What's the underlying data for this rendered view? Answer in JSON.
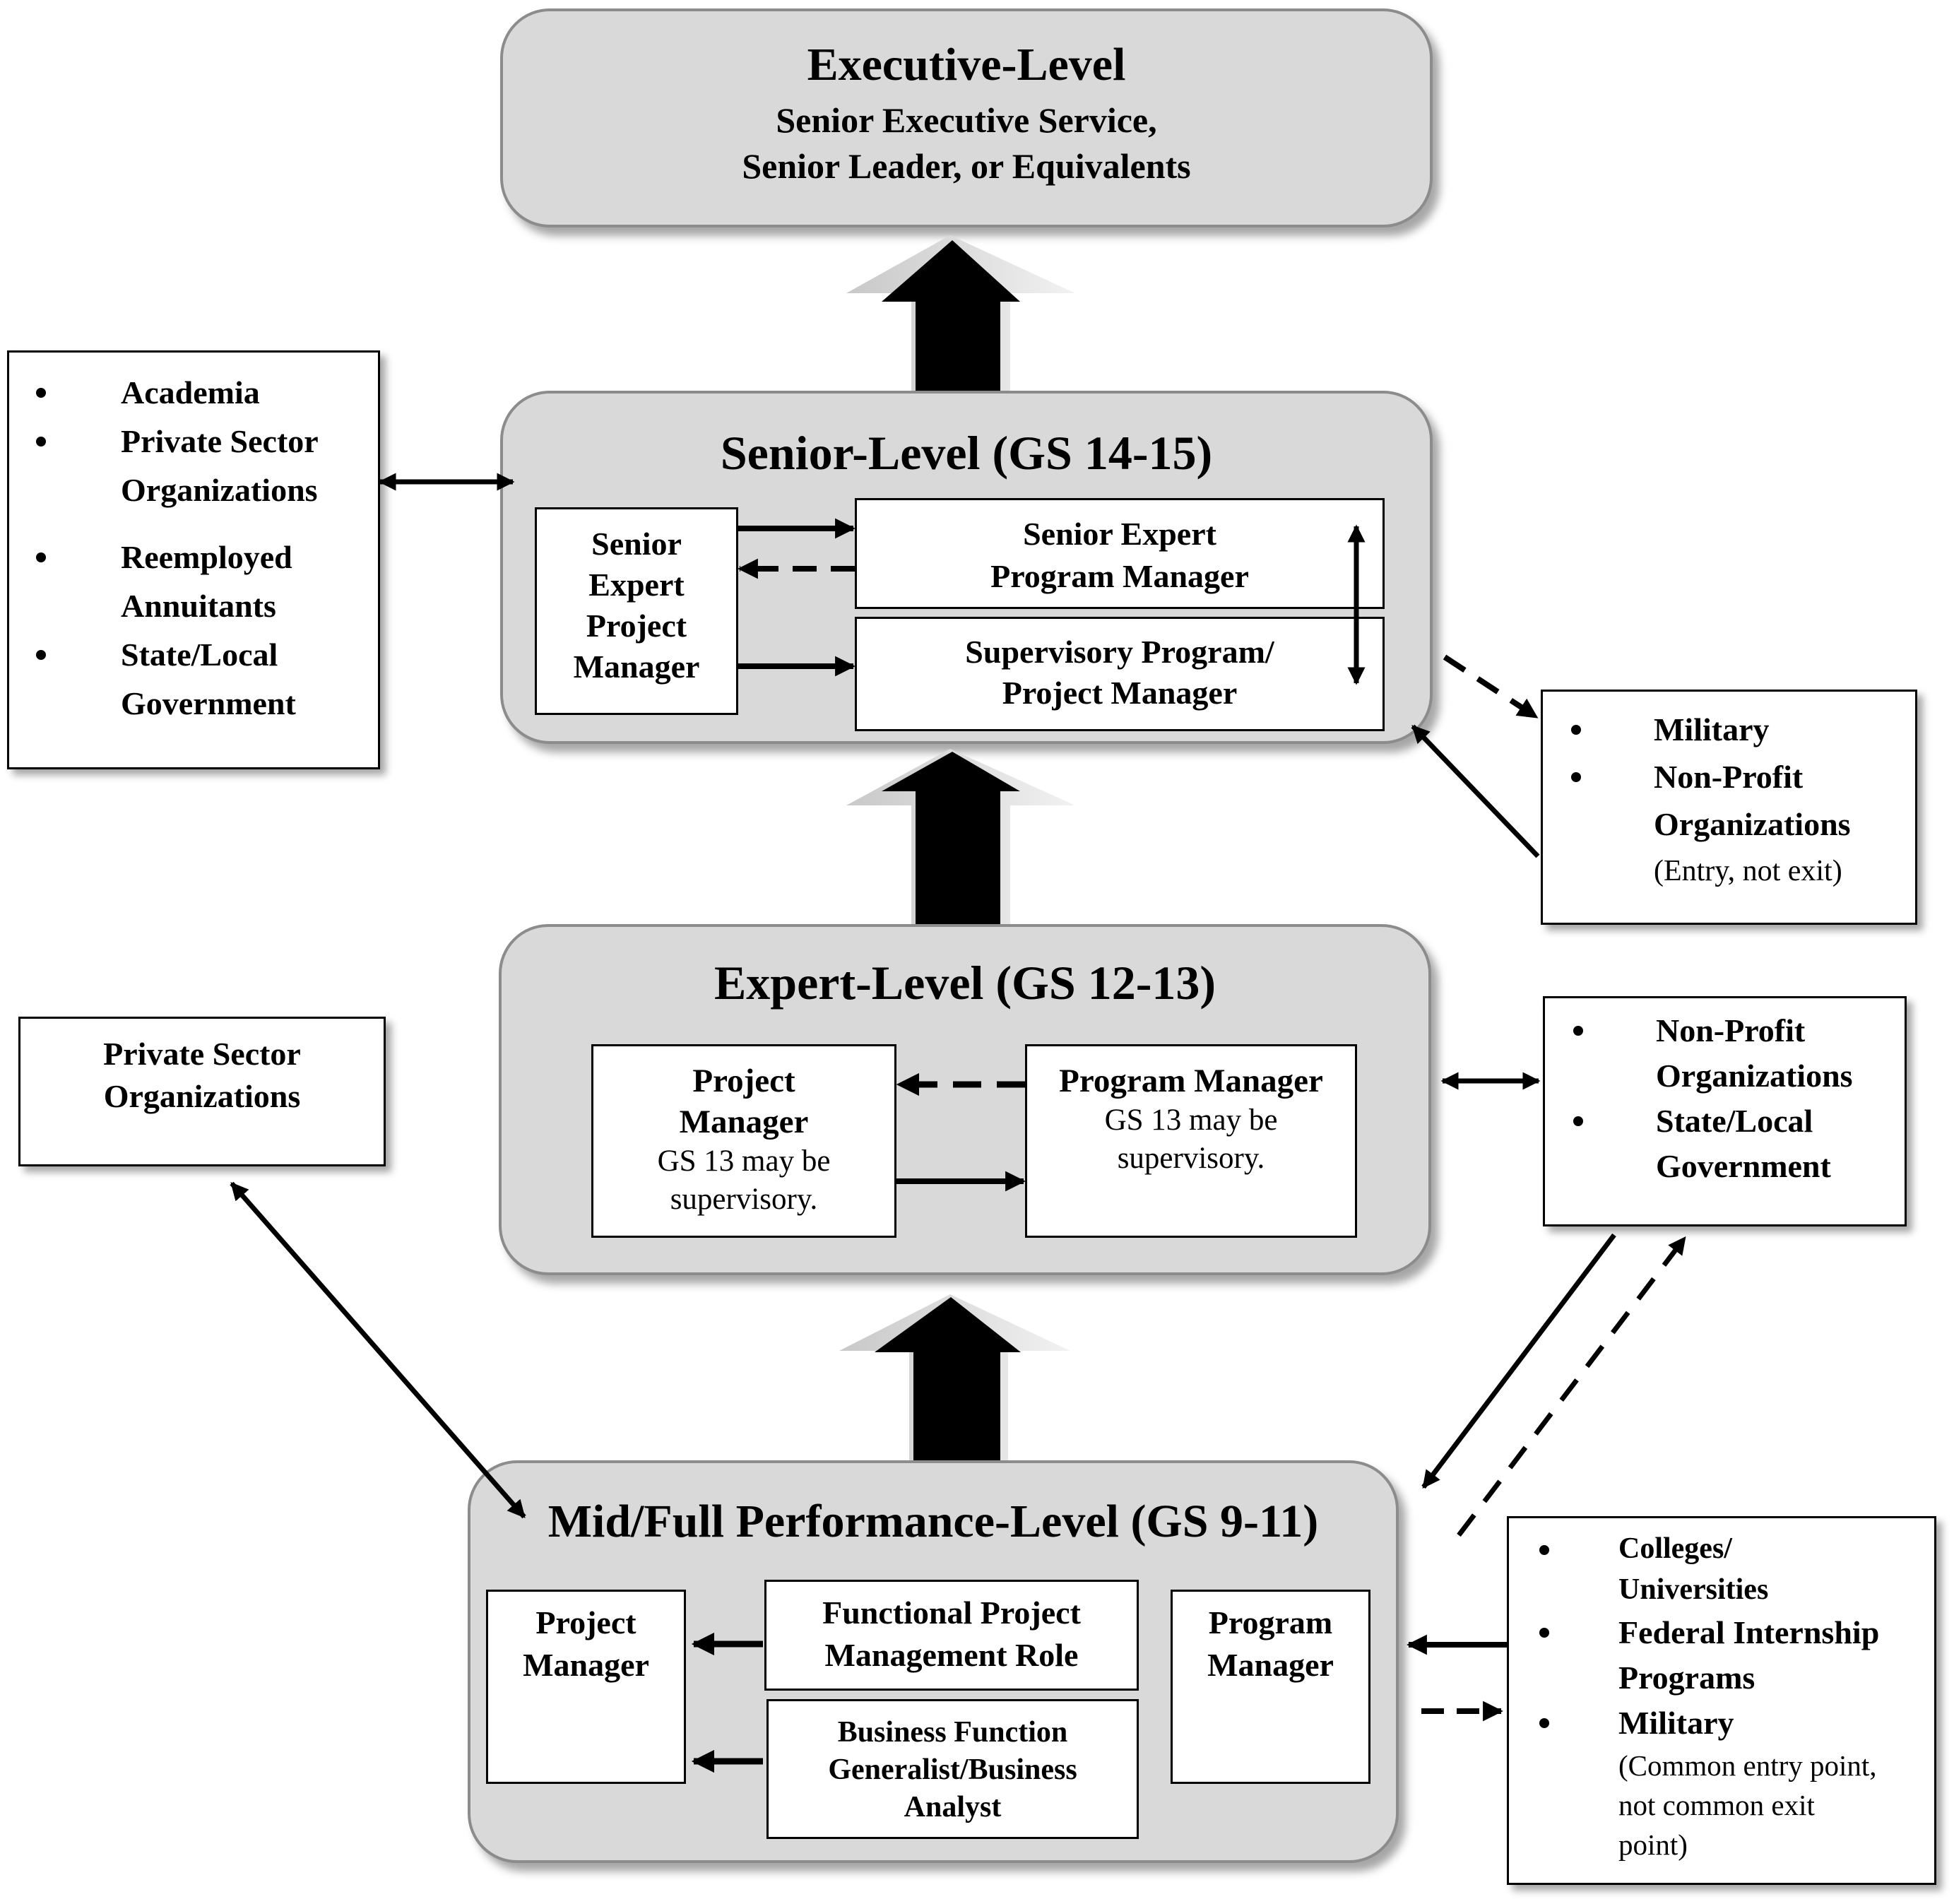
{
  "executive": {
    "title": "Executive-Level",
    "line1": "Senior Executive Service,",
    "line2": "Senior Leader, or Equivalents"
  },
  "senior": {
    "title": "Senior-Level (GS 14-15)",
    "expert_pm": [
      "Senior",
      "Expert",
      "Project",
      "Manager"
    ],
    "expert_prog": [
      "Senior Expert",
      "Program Manager"
    ],
    "supervisory": [
      "Supervisory Program/",
      "Project Manager"
    ]
  },
  "expert": {
    "title": "Expert-Level (GS 12-13)",
    "pm_title": [
      "Project",
      "Manager"
    ],
    "pm_note": [
      "GS 13 may be",
      "supervisory."
    ],
    "prog_title": "Program Manager",
    "prog_note": [
      "GS 13 may be",
      "supervisory."
    ]
  },
  "mid": {
    "title": "Mid/Full Performance-Level (GS 9-11)",
    "pm": [
      "Project",
      "Manager"
    ],
    "functional": [
      "Functional Project",
      "Management Role"
    ],
    "business": [
      "Business Function",
      "Generalist/Business",
      "Analyst"
    ],
    "prog": [
      "Program",
      "Manager"
    ]
  },
  "sources": {
    "left_top": [
      [
        "Academia"
      ],
      [
        "Private Sector",
        "Organizations"
      ],
      [
        "Reemployed",
        "Annuitants"
      ],
      [
        "State/Local",
        "Government"
      ]
    ],
    "right_senior": {
      "items": [
        [
          "Military"
        ],
        [
          "Non-Profit",
          "Organizations"
        ]
      ],
      "note": "(Entry, not exit)"
    },
    "left_expert": [
      "Private Sector",
      "Organizations"
    ],
    "right_expert": [
      [
        "Non-Profit",
        "Organizations"
      ],
      [
        "State/Local",
        "Government"
      ]
    ],
    "right_mid": {
      "items": [
        [
          "Colleges/",
          "Universities"
        ],
        [
          "Federal Internship",
          "Programs"
        ],
        [
          "Military"
        ]
      ],
      "note": [
        "(Common entry point,",
        "not common exit",
        "point)"
      ]
    }
  }
}
